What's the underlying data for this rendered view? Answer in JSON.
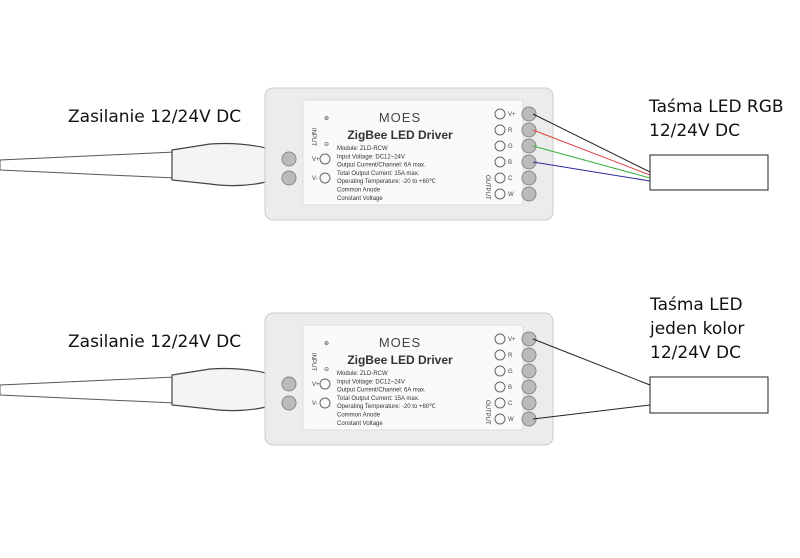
{
  "top": {
    "power_label": "Zasilanie 12/24V DC",
    "strip_label_lines": [
      "Taśma LED RGB",
      "12/24V DC"
    ],
    "wire_colors": [
      "#222222",
      "#e04040",
      "#3cb043",
      "#2a2aa0"
    ]
  },
  "bottom": {
    "power_label": "Zasilanie 12/24V DC",
    "strip_label_lines": [
      "Taśma LED",
      "jeden kolor",
      "12/24V DC"
    ],
    "wire_colors": [
      "#222222",
      "#222222"
    ]
  },
  "device": {
    "brand": "MOES",
    "title": "ZigBee LED Driver",
    "specs": [
      "Module: ZLD-RCW",
      "Input Voltage: DC12~24V",
      "Output Current/Channel: 6A max.",
      "Total Output Current: 15A max.",
      "Operating Temperature: -20 to +60℃",
      "Common Anode",
      "Constant Voltage"
    ],
    "input_label": "INPUT",
    "input_terminals": [
      "V+",
      "V-"
    ],
    "output_terminals": [
      "V+",
      "R",
      "G",
      "B",
      "C",
      "W"
    ],
    "output_label": "OUTPUT"
  }
}
